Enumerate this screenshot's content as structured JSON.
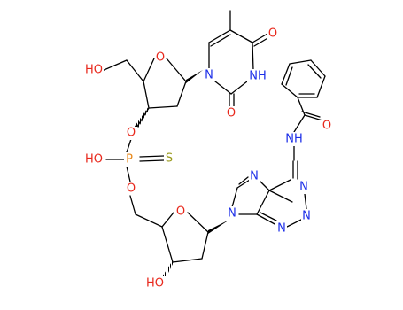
{
  "molecule": {
    "atom_labels": {
      "ho_top": "HO",
      "o_ring1": "O",
      "n1": "N",
      "o_c4": "O",
      "nh": "NH",
      "o_c2": "O",
      "o_link1": "O",
      "p": "P",
      "s": "S",
      "ho_p": "HO",
      "o_link2": "O",
      "o_amide": "O",
      "nh_amide": "NH",
      "n7": "N",
      "n1a": "N",
      "n3a": "N",
      "n9": "N",
      "o_ring2": "O",
      "ho_bottom": "HO"
    },
    "colors": {
      "oxygen": "#e8281c",
      "nitrogen": "#1c2ee8",
      "phosphorus": "#e8891c",
      "sulfur": "#9a9a1c",
      "carbon": "#000000"
    }
  }
}
